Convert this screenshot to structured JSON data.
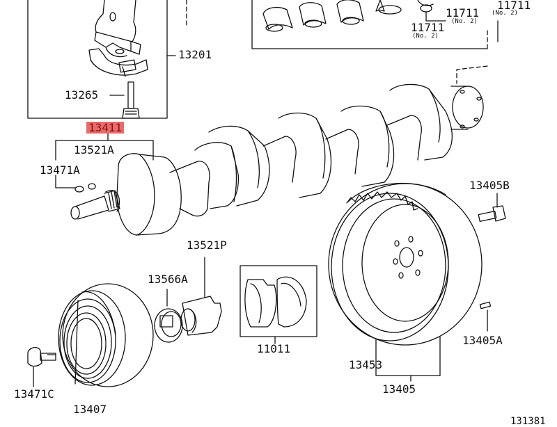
{
  "labels": {
    "p13201": "13201",
    "p13265": "13265",
    "p13411": "13411",
    "p13521a": "13521A",
    "p13471a": "13471A",
    "p11711a": "11711",
    "p11711a_note": "(No. 2)",
    "p11711b": "11711",
    "p11711b_note": "(No. 2)",
    "p11711c": "11711",
    "p11711c_note": "(No. 2)",
    "p13405b": "13405B",
    "p13521p": "13521P",
    "p13566a": "13566A",
    "p11011": "11011",
    "p13405a": "13405A",
    "p13453": "13453",
    "p13405": "13405",
    "p13471c": "13471C",
    "p13407": "13407"
  },
  "diagram_ref": "131381",
  "colors": {
    "line": "#111111",
    "highlight_bg": "#e86a6a",
    "highlight_text": "#8a1010"
  }
}
